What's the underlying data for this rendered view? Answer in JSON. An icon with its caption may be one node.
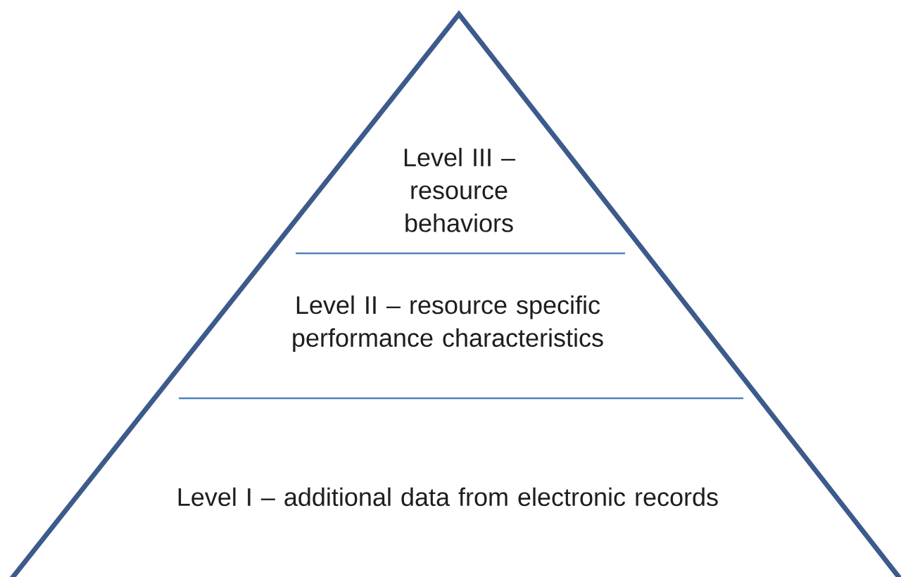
{
  "diagram": {
    "nodes": [
      {
        "text": [
          "Level III – resource behaviors"
        ]
      },
      {
        "text": [
          "Level II – resource specific performance characteristics"
        ]
      },
      {
        "text": [
          "Level I – additional data from electronic records"
        ]
      }
    ]
  }
}
